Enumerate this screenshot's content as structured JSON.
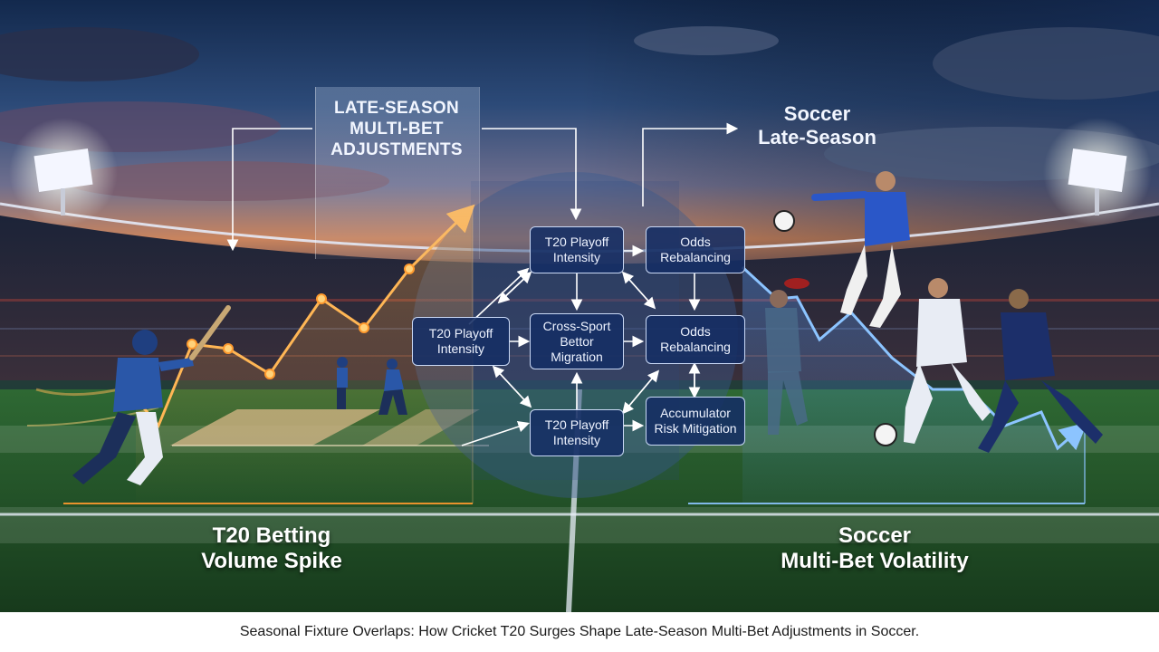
{
  "title": {
    "lines": [
      "LATE-SEASON",
      "MULTI-BET",
      "ADJUSTMENTS"
    ]
  },
  "soccer_heading": {
    "lines": [
      "Soccer",
      "Late-Season"
    ]
  },
  "nodes": {
    "t20_top": [
      "T20 Playoff",
      "Intensity"
    ],
    "t20_mid": [
      "T20 Playoff",
      "Intensity"
    ],
    "t20_bottom": [
      "T20 Playoff",
      "Intensity"
    ],
    "cross_sport": [
      "Cross-Sport",
      "Bettor",
      "Migration"
    ],
    "odds_top": [
      "Odds",
      "Rebalancing"
    ],
    "odds_mid": [
      "Odds",
      "Rebalancing"
    ],
    "accumulator": [
      "Accumulator",
      "Risk Mitigation"
    ]
  },
  "labels": {
    "t20_volume": [
      "T20 Betting",
      "Volume Spike"
    ],
    "soccer_volatility": [
      "Soccer",
      "Multi-Bet Volatility"
    ]
  },
  "caption": "Seasonal Fixture Overlaps: How Cricket T20 Surges Shape Late-Season Multi-Bet Adjustments in Soccer.",
  "colors": {
    "cricket_trend": "#ffa640",
    "soccer_trend": "#6fb4ff",
    "node_fill": "#142d64",
    "node_border": "#c9d8f5"
  }
}
